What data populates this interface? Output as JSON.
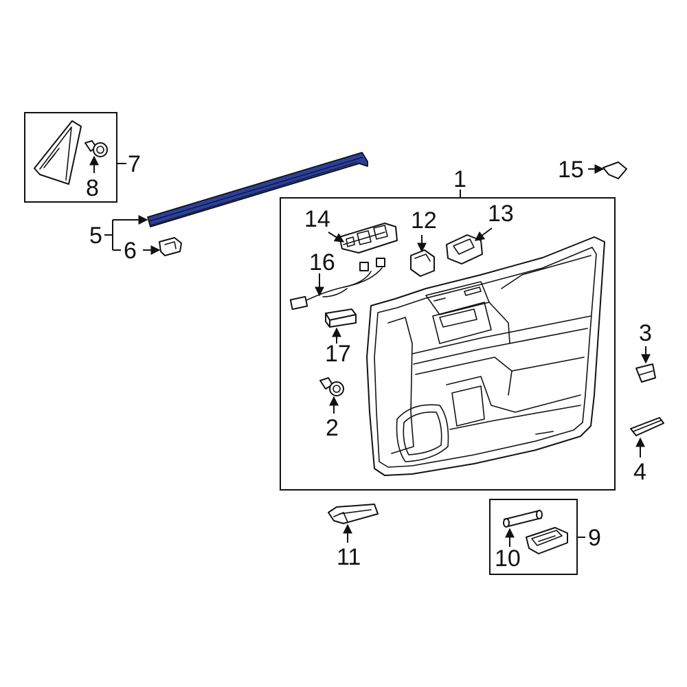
{
  "colors": {
    "highlight": "#2A3F9F",
    "line": "#111111",
    "background": "#FFFFFF"
  },
  "callouts": {
    "c1": "1",
    "c2": "2",
    "c3": "3",
    "c4": "4",
    "c5": "5",
    "c6": "6",
    "c7": "7",
    "c8": "8",
    "c9": "9",
    "c10": "10",
    "c11": "11",
    "c12": "12",
    "c13": "13",
    "c14": "14",
    "c15": "15",
    "c16": "16",
    "c17": "17"
  }
}
